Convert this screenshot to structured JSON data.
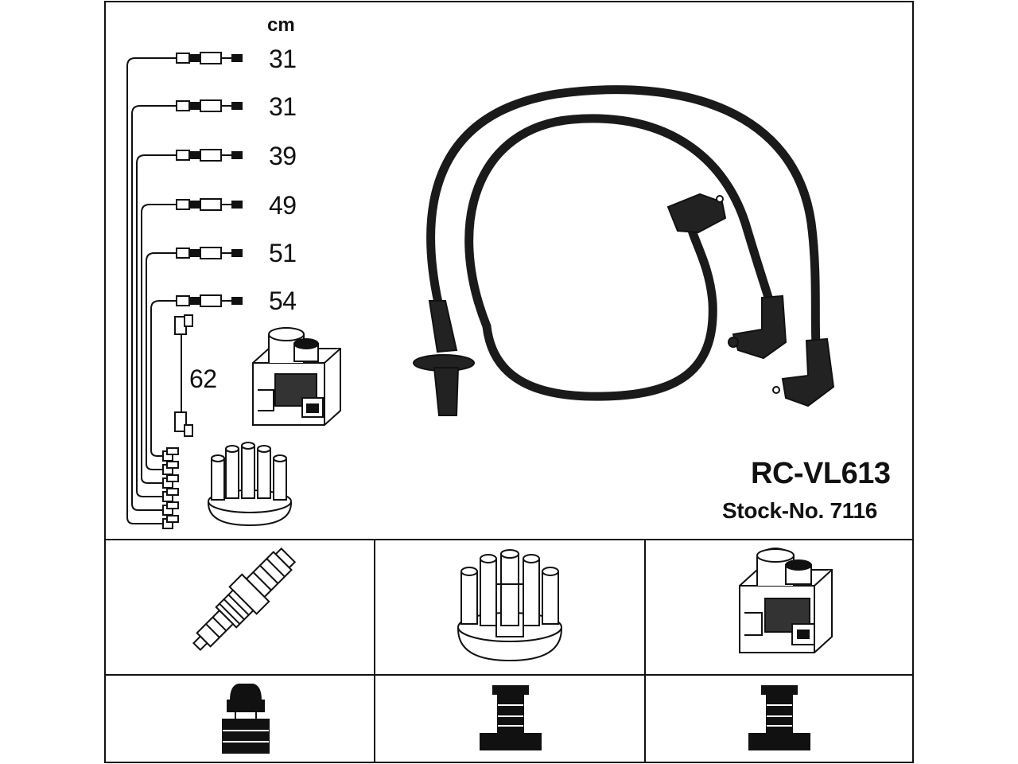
{
  "length_unit": "cm",
  "cable_lengths": [
    "31",
    "31",
    "39",
    "49",
    "51",
    "54",
    "62"
  ],
  "model": "RC-VL613",
  "stock_number": "Stock-No. 7116",
  "icons": {
    "kit_coil": "ignition-coil-icon",
    "kit_cap": "distributor-cap-icon",
    "spark_plug": "spark-plug-icon",
    "cap": "distributor-cap-icon",
    "coil": "ignition-coil-icon",
    "plug_terminal": "spark-plug-terminal-icon",
    "cap_terminal": "cap-terminal-icon",
    "coil_terminal": "coil-terminal-icon"
  }
}
